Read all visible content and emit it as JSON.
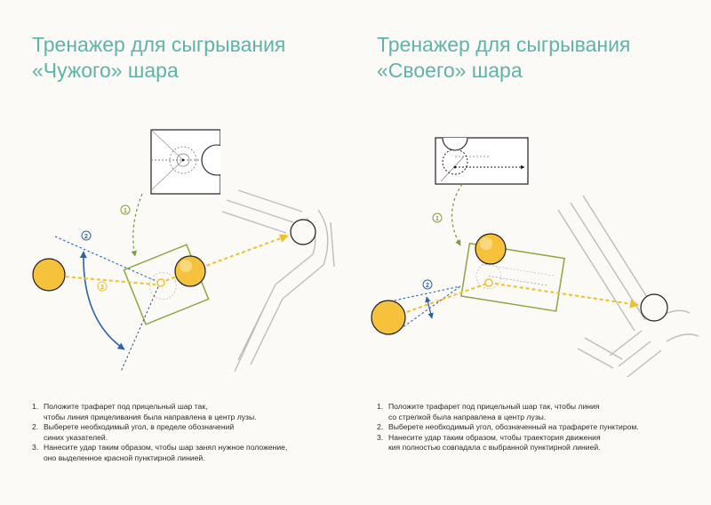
{
  "left": {
    "title_lines": [
      "Тренажер для сыгрывания",
      "«Чужого» шара"
    ],
    "markers": [
      "1",
      "2",
      "3"
    ],
    "steps": [
      {
        "num": "1.",
        "lines": [
          "Положите трафарет под прицельный шар так,",
          "чтобы линия прицеливания была направлена в центр лузы."
        ]
      },
      {
        "num": "2.",
        "lines": [
          "Выберете необходимый угол, в пределе обозначений",
          "синих указателей."
        ]
      },
      {
        "num": "3.",
        "lines": [
          "Нанесите удар таким образом, чтобы шар занял нужное положение,",
          "оно выделенное красной пунктирной линией."
        ]
      }
    ]
  },
  "right": {
    "title_lines": [
      "Тренажер для сыгрывания",
      "«Своего» шара"
    ],
    "markers": [
      "1",
      "2"
    ],
    "steps": [
      {
        "num": "1.",
        "lines": [
          "Положите трафарет под прицельный шар так, чтобы линия",
          "со стрелкой была направлена в центр лузы."
        ]
      },
      {
        "num": "2.",
        "lines": [
          "Выберете необходимый угол, обозначенный на трафарете пунктиром."
        ]
      },
      {
        "num": "3.",
        "lines": [
          "Нанесите удар таким образом, чтобы траектория движения",
          "кия полностью совпадала с выбранной пунктирной линией."
        ]
      }
    ]
  },
  "colors": {
    "title": "#5fb3a8",
    "template_frame": "#8ea543",
    "green_arrow": "#7f9a3e",
    "yellow_path": "#f0bf2a",
    "blue_guide": "#2d62a6",
    "ball_fill": "#f6c23c",
    "ball_stroke": "#1e1e1e",
    "rail": "#bdbdbd"
  }
}
